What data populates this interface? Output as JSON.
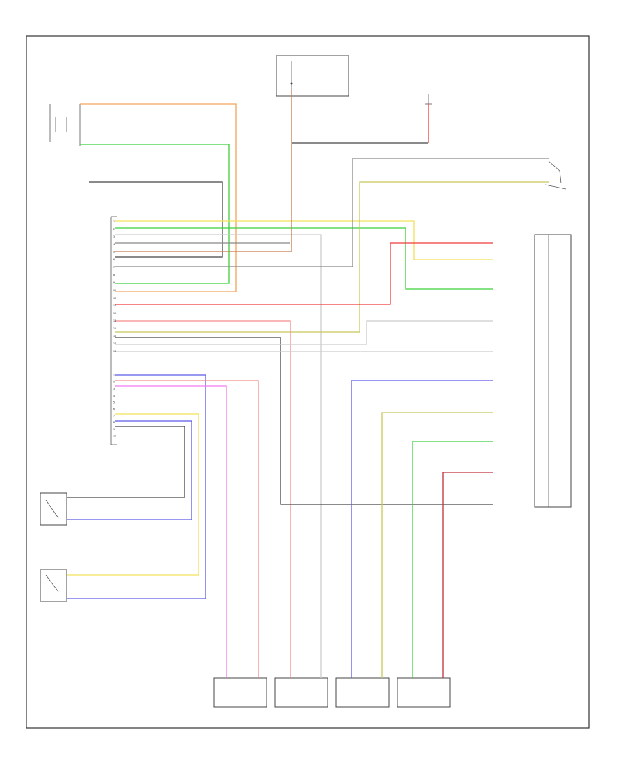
{
  "diagram": {
    "footer_code": "",
    "module_pins_left_group1": [
      "1",
      "2",
      "3",
      "4",
      "5",
      "6",
      "7",
      "8",
      "9",
      "10",
      "11",
      "12",
      "13",
      "14",
      "15",
      "16",
      "17",
      "18"
    ],
    "module_pins_left_group2": [
      "1",
      "2",
      "3",
      "4",
      "5",
      "6",
      "7",
      "8",
      "9",
      "10"
    ],
    "wire_colors": {
      "orange": "#f4a35a",
      "green": "#3ad13a",
      "yellow": "#f2e05a",
      "red": "#f03a3a",
      "blue": "#5a5ae8",
      "pink": "#f07af0",
      "salmon": "#f58a8a",
      "olive": "#c8c85a",
      "gray": "#888888",
      "dark": "#444444",
      "lightgray": "#cccccc",
      "tan": "#d9b08c",
      "brown": "#c87a4a",
      "darkred": "#c0303a"
    }
  }
}
